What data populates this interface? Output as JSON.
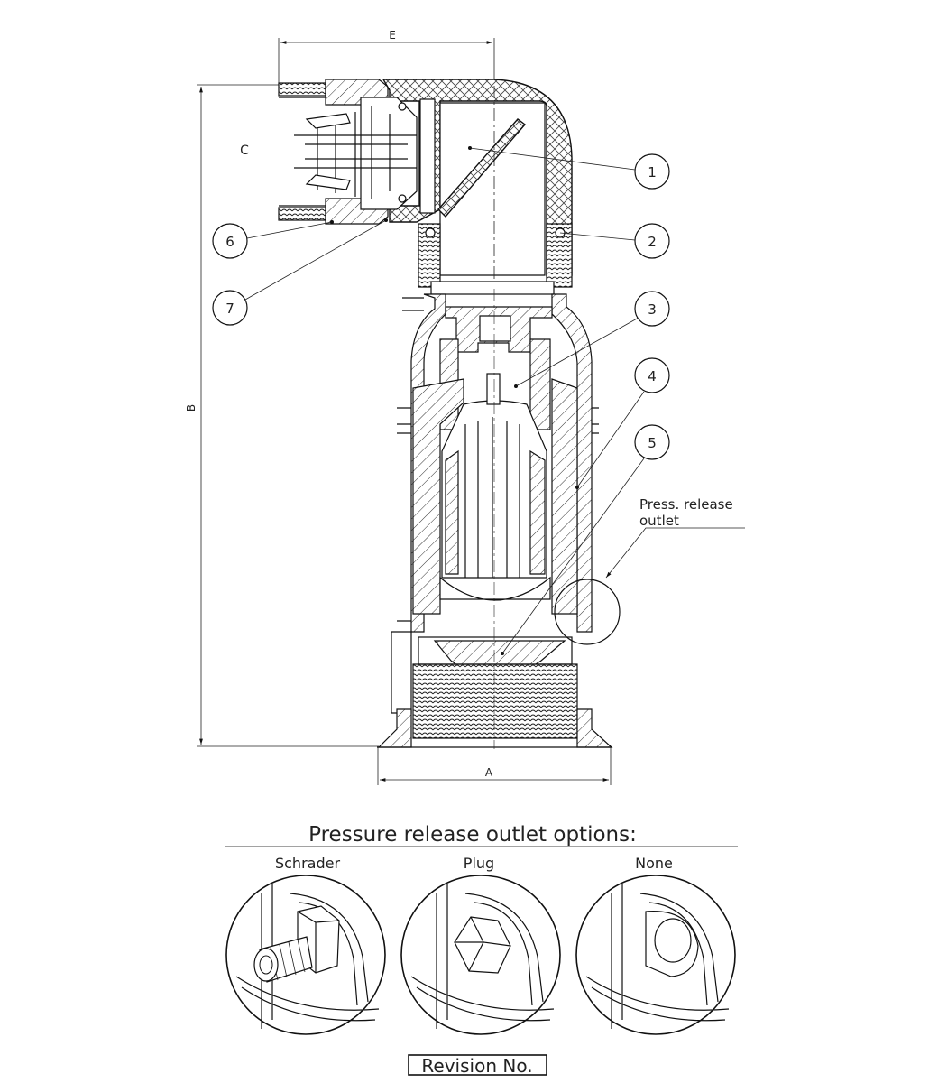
{
  "dimensions": {
    "a": "A",
    "b": "B",
    "c": "C",
    "e": "E"
  },
  "callouts": [
    {
      "id": "1",
      "label": "1"
    },
    {
      "id": "2",
      "label": "2"
    },
    {
      "id": "3",
      "label": "3"
    },
    {
      "id": "4",
      "label": "4"
    },
    {
      "id": "5",
      "label": "5"
    },
    {
      "id": "6",
      "label": "6"
    },
    {
      "id": "7",
      "label": "7"
    }
  ],
  "press_release_note": {
    "line1": "Press. release",
    "line2": "outlet"
  },
  "options": {
    "heading": "Pressure release outlet options:",
    "items": [
      {
        "label": "Schrader",
        "icon": "schrader-valve-icon"
      },
      {
        "label": "Plug",
        "icon": "hex-plug-icon"
      },
      {
        "label": "None",
        "icon": "open-port-icon"
      }
    ]
  },
  "revision_label": "Revision No."
}
